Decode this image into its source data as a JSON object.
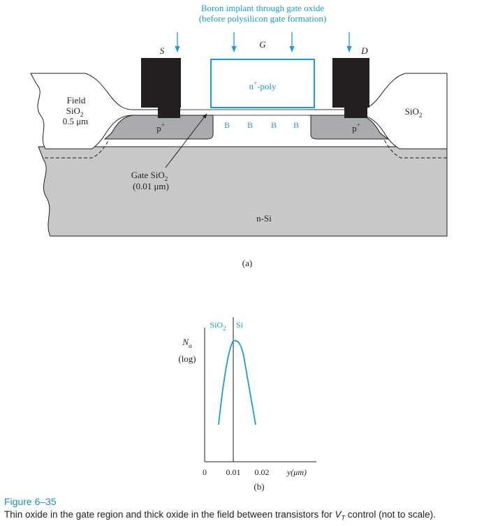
{
  "colors": {
    "accent": "#1a9cd8",
    "silicon": "#c7c8ca",
    "p_region": "#a9abae",
    "metal": "#231f20",
    "caption_title": "#1a8fc9"
  },
  "panel_a": {
    "implant_note_line1": "Boron implant through gate oxide",
    "implant_note_line2": "(before polysilicon gate formation)",
    "source_label": "S",
    "gate_label": "G",
    "drain_label": "D",
    "poly_label": "n",
    "poly_label_sup": "+",
    "poly_label_rest": "-poly",
    "field_oxide_label_1": "Field",
    "field_oxide_label_2": "SiO",
    "field_oxide_label_2_sub": "2",
    "field_oxide_label_3": "0.5 μm",
    "right_oxide_label": "SiO",
    "right_oxide_label_sub": "2",
    "p_plus_label": "p",
    "p_plus_sup": "+",
    "boron_marks": [
      "B",
      "B",
      "B",
      "B"
    ],
    "gate_oxide_label_1": "Gate SiO",
    "gate_oxide_label_1_sub": "2",
    "gate_oxide_label_2": "(0.01 μm)",
    "substrate_label": "n-Si",
    "sublabel": "(a)"
  },
  "panel_b": {
    "sio2_label": "SiO",
    "sio2_sub": "2",
    "si_label": "Si",
    "y_label": "N",
    "y_label_sub": "a",
    "y_label_scale": "(log)",
    "x_ticks": [
      "0",
      "0.01",
      "0.02"
    ],
    "x_label": "y(μm)",
    "sublabel": "(b)"
  },
  "caption": {
    "title": "Figure 6–35",
    "body_before": "Thin oxide in the gate region and thick oxide in the field between transistors for ",
    "body_v": "V",
    "body_sub": "T",
    "body_after": " control (not to scale)."
  }
}
